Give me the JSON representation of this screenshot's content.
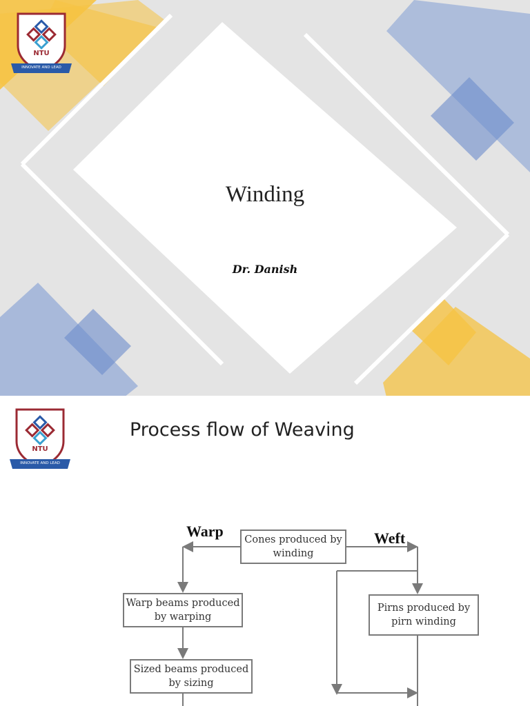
{
  "slide1": {
    "title": "Winding",
    "author": "Dr. Danish"
  },
  "slide2": {
    "title": "Process flow of Weaving",
    "flow": {
      "warp_label": "Warp",
      "weft_label": "Weft",
      "cones": "Cones produced by winding",
      "warp_beams": "Warp beams produced by warping",
      "sized_beams": "Sized beams produced by sizing",
      "pirns": "Pirns produced by pirn winding"
    }
  },
  "logo": {
    "text": "NTU",
    "motto": "INNOVATE AND LEAD"
  },
  "colors": {
    "yellow": "#f6c343",
    "blue": "#8fa7d6",
    "shield_border": "#9b2a33",
    "ribbon": "#2a5aa8"
  }
}
